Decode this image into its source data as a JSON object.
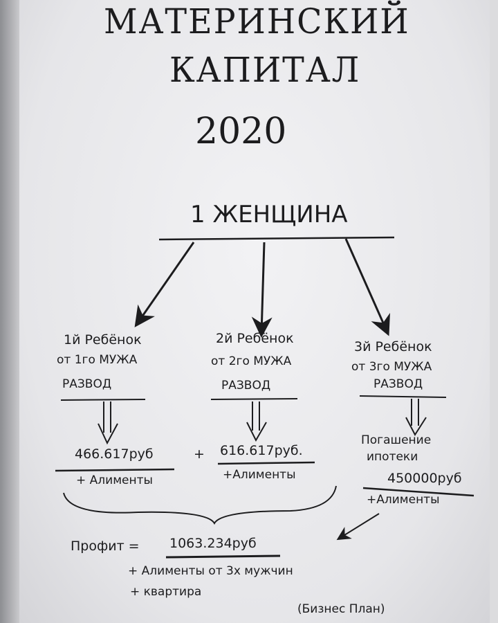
{
  "title": {
    "line1": "МАТЕРИНСКИЙ",
    "line2": "КАПИТАЛ",
    "year": "2020"
  },
  "root": "1 ЖЕНЩИНА",
  "branches": [
    {
      "child": "1й Ребёнок",
      "from": "от 1го МУЖА",
      "event": "РАЗВОД",
      "amount": "466.617руб",
      "extra": "+ Алименты"
    },
    {
      "child": "2й Ребёнок",
      "from": "от 2го МУЖА",
      "event": "РАЗВОД",
      "amount": "616.617руб.",
      "extra": "+Алименты"
    },
    {
      "child": "3й Ребёнок",
      "from": "от 3го МУЖА",
      "event": "РАЗВОД",
      "payoff_line1": "Погашение",
      "payoff_line2": "ипотеки",
      "amount": "450000руб",
      "extra": "+Алименты"
    }
  ],
  "plus": "+",
  "profit": {
    "label": "Профит =",
    "amount": "1063.234руб",
    "line1": "+ Алименты от 3х мужчин",
    "line2": "+ квартира"
  },
  "note": "(Бизнес План)"
}
